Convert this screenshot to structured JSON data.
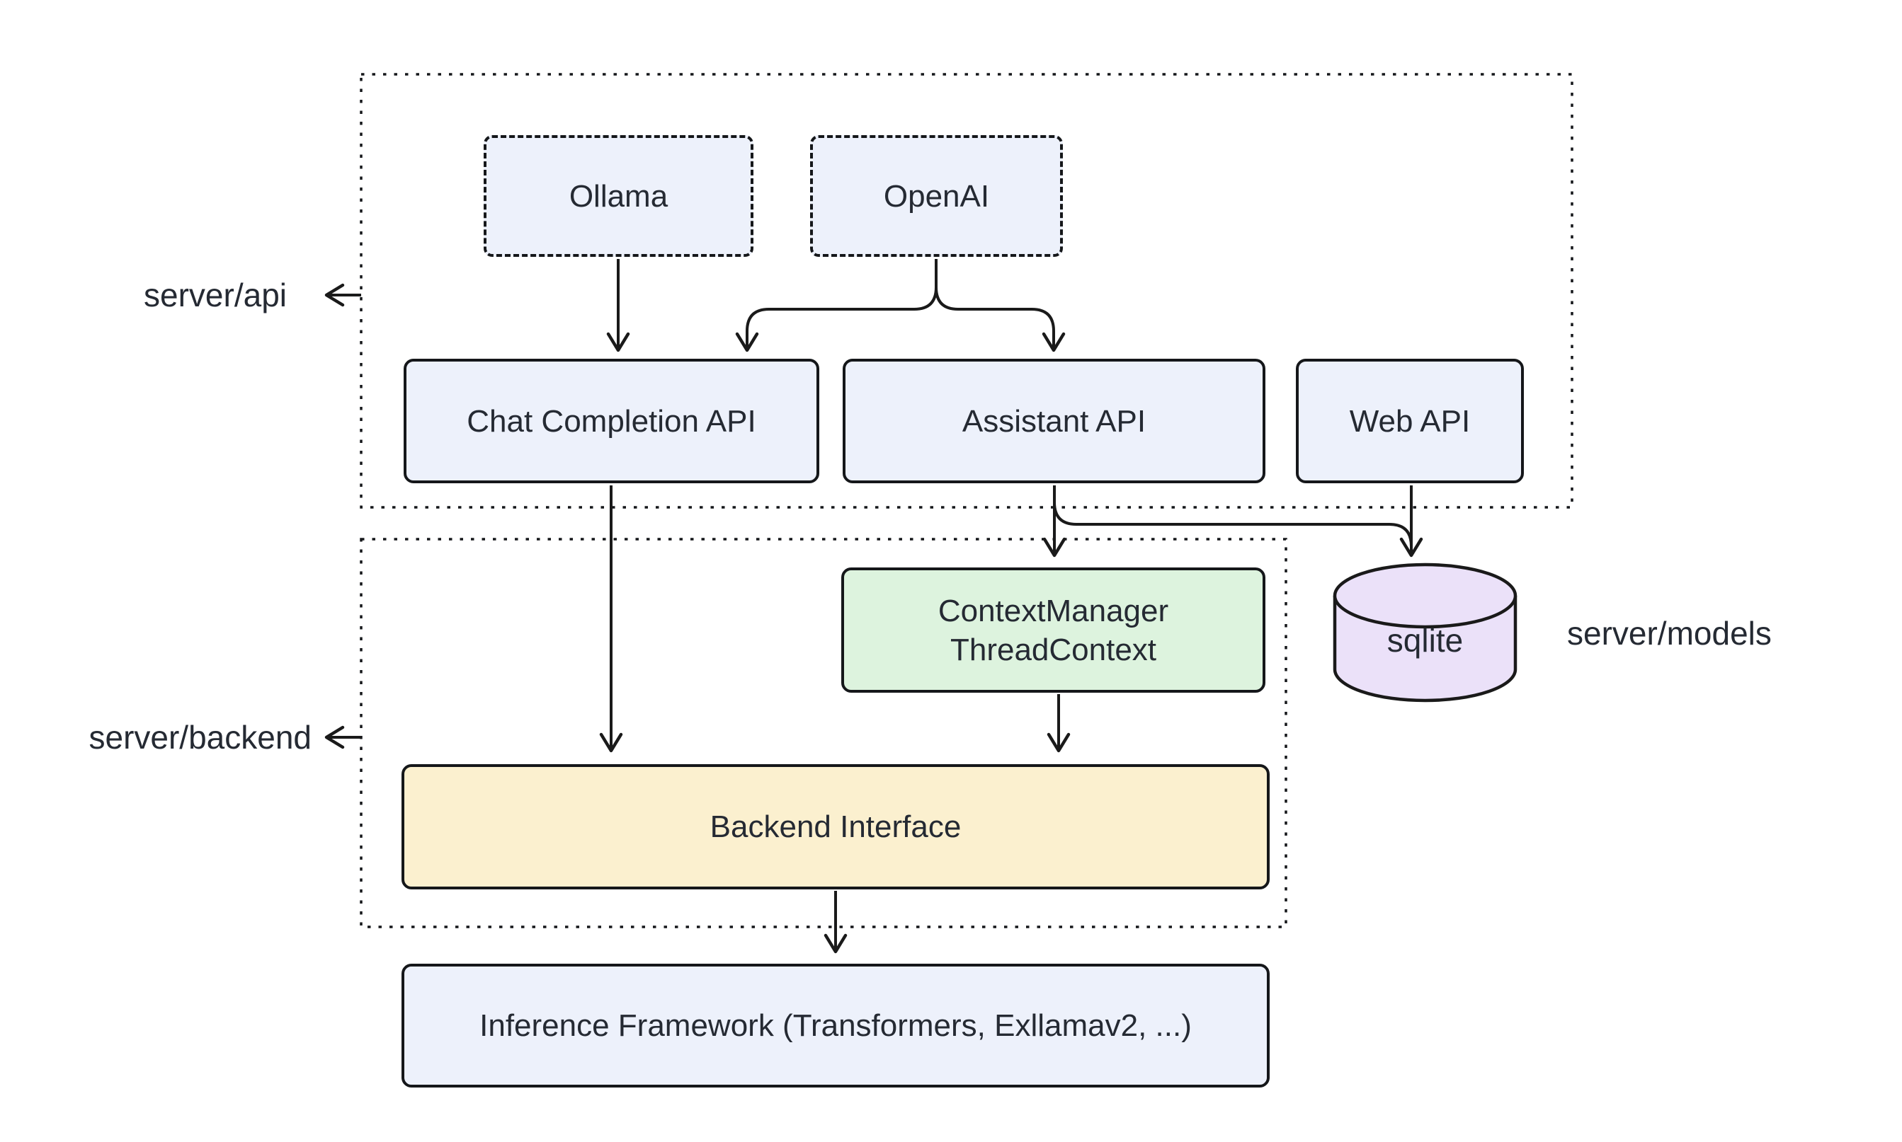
{
  "canvas": {
    "background": "#ffffff",
    "line_color": "#1a1a1a",
    "text_color": "#252a33",
    "node_border_color": "#15171a"
  },
  "containers": {
    "server_api": {
      "label": "server/api"
    },
    "server_backend": {
      "label": "server/backend"
    }
  },
  "side_labels": {
    "server_models": "server/models"
  },
  "nodes": {
    "ollama": {
      "label": "Ollama",
      "fill": "#edf1fb",
      "border": "dashed"
    },
    "openai": {
      "label": "OpenAI",
      "fill": "#edf1fb",
      "border": "dashed"
    },
    "chat_completion_api": {
      "label": "Chat Completion API",
      "fill": "#edf1fb",
      "border": "solid"
    },
    "assistant_api": {
      "label": "Assistant API",
      "fill": "#edf1fb",
      "border": "solid"
    },
    "web_api": {
      "label": "Web API",
      "fill": "#edf1fb",
      "border": "solid"
    },
    "context_manager": {
      "line1": "ContextManager",
      "line2": "ThreadContext",
      "fill": "#ddf3de",
      "border": "solid"
    },
    "sqlite": {
      "label": "sqlite",
      "fill": "#ebe1f9",
      "shape": "cylinder"
    },
    "backend_interface": {
      "label": "Backend Interface",
      "fill": "#fbf0cf",
      "border": "solid"
    },
    "inference_framework": {
      "label": "Inference Framework (Transformers, Exllamav2, ...)",
      "fill": "#edf1fb",
      "border": "solid"
    }
  },
  "edges": [
    {
      "from": "Ollama",
      "to": "Chat Completion API"
    },
    {
      "from": "OpenAI",
      "to": "Chat Completion API"
    },
    {
      "from": "OpenAI",
      "to": "Assistant API"
    },
    {
      "from": "Chat Completion API",
      "to": "Backend Interface"
    },
    {
      "from": "Assistant API",
      "to": "ContextManager ThreadContext"
    },
    {
      "from": "Assistant API",
      "to": "sqlite"
    },
    {
      "from": "Web API",
      "to": "sqlite"
    },
    {
      "from": "ContextManager ThreadContext",
      "to": "Backend Interface"
    },
    {
      "from": "Backend Interface",
      "to": "Inference Framework (Transformers, Exllamav2, ...)"
    }
  ]
}
